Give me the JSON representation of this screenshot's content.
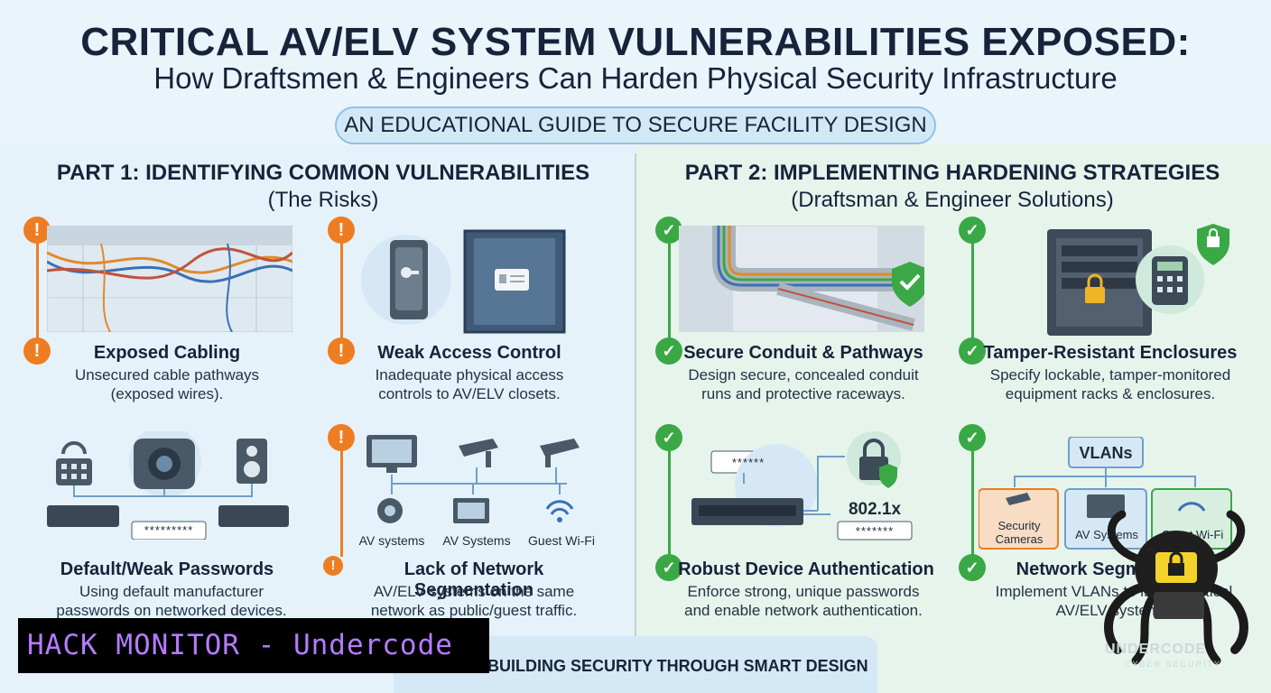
{
  "header": {
    "title": "CRITICAL AV/ELV SYSTEM VULNERABILITIES EXPOSED:",
    "subtitle": "How Draftsmen & Engineers Can Harden Physical Security Infrastructure",
    "tagline": "AN EDUCATIONAL GUIDE TO SECURE FACILITY DESIGN"
  },
  "part1": {
    "heading": "PART 1: IDENTIFYING COMMON VULNERABILITIES",
    "subheading": "(The Risks)",
    "items": [
      {
        "title": "Exposed Cabling",
        "text": "Unsecured cable pathways (exposed wires)."
      },
      {
        "title": "Weak Access Control",
        "text": "Inadequate physical access controls to AV/ELV closets."
      },
      {
        "title": "Default/Weak Passwords",
        "text": "Using default manufacturer passwords on networked devices.",
        "password_field": "*********"
      },
      {
        "title": "Lack of Network Segmentation",
        "text": "AV/ELV systems on the same network as public/guest traffic.",
        "labels": [
          "AV systems",
          "AV Systems",
          "Guest Wi-Fi"
        ]
      }
    ]
  },
  "part2": {
    "heading": "PART 2: IMPLEMENTING HARDENING STRATEGIES",
    "subheading": "(Draftsman & Engineer Solutions)",
    "items": [
      {
        "title": "Secure Conduit & Pathways",
        "text": "Design secure, concealed conduit runs and protective raceways."
      },
      {
        "title": "Tamper-Resistant Enclosures",
        "text": "Specify lockable, tamper-monitored equipment racks & enclosures."
      },
      {
        "title": "Robust Device Authentication",
        "text": "Enforce strong, unique passwords and enable network authentication.",
        "password_field": "******",
        "protocol": "802.1x",
        "password_field2": "*******"
      },
      {
        "title": "Network Segmentation",
        "text": "Implement VLANs to isolate critical AV/ELV systems.",
        "vlan_label": "VLANs",
        "labels": [
          "Security Cameras",
          "AV Systems",
          "Guest Wi-Fi"
        ]
      }
    ]
  },
  "footer": {
    "text": "BUILDING SECURITY THROUGH SMART DESIGN"
  },
  "overlay": {
    "banner": "HACK MONITOR - Undercode",
    "logo": "UNDERCODE",
    "logo_sub": "CYBER SECURITY"
  },
  "badges": {
    "warn": "!",
    "ok": "✓"
  },
  "colors": {
    "warning": "#ee7d21",
    "success": "#3aa845",
    "accent": "#8fc2e6"
  }
}
